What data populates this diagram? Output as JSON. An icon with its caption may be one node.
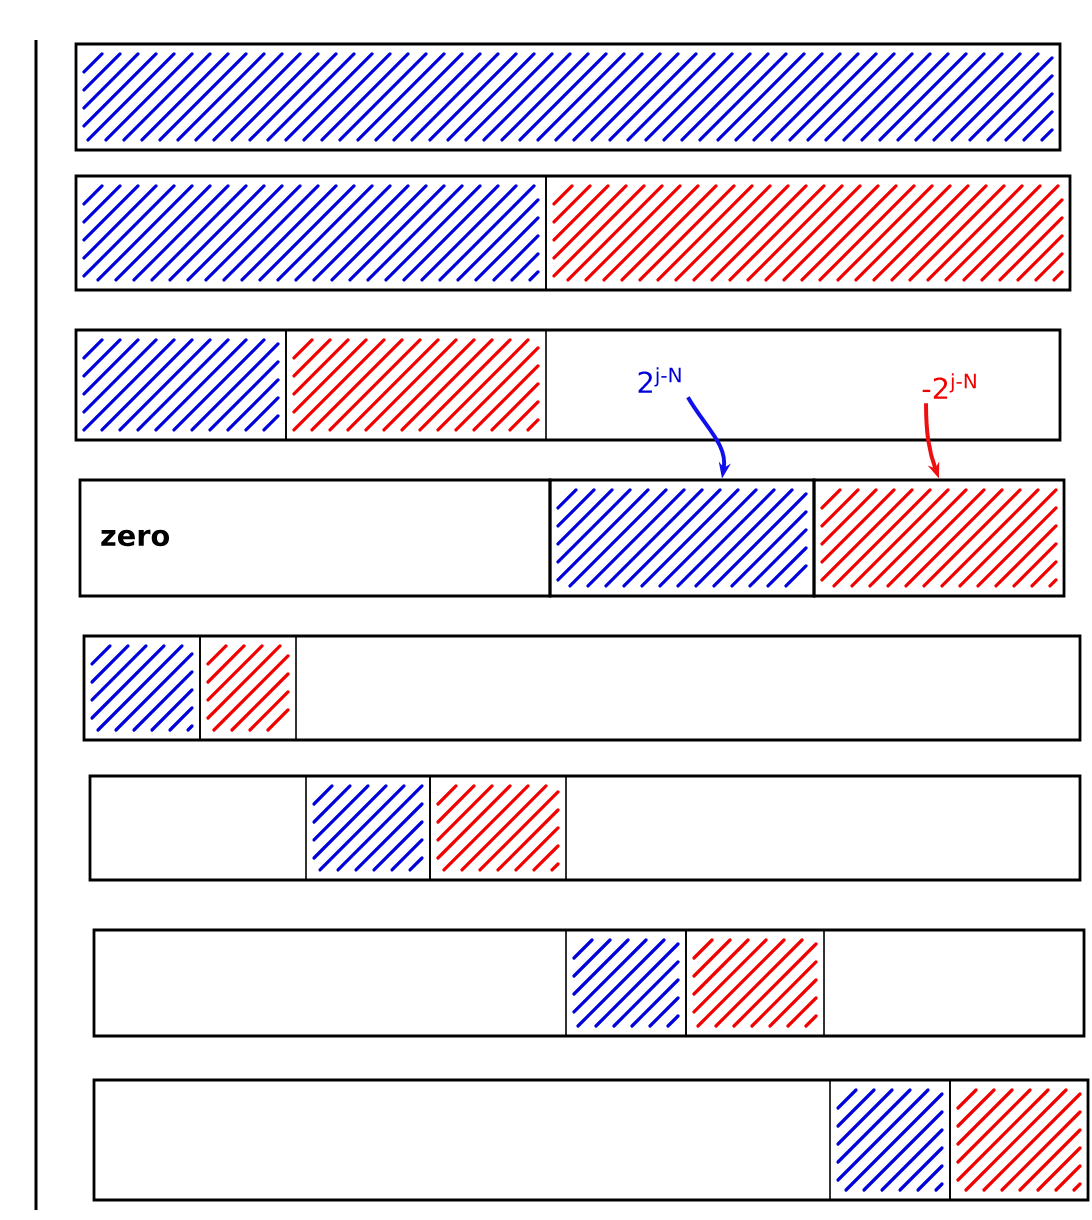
{
  "diagram": {
    "nodes": [
      {
        "text": [
          "2$^{j-N}$"
        ]
      },
      {
        "text": [
          "-2$^{j-N}$"
        ]
      },
      {
        "text": [
          "zero"
        ]
      },
      {
        "text": [],
        "shape": "box"
      },
      {
        "text": [],
        "shape": "box"
      }
    ],
    "edges": [
      {
        "from": 0,
        "to": 3,
        "arrow": "to",
        "color": "#1010ee"
      },
      {
        "from": 1,
        "to": 4,
        "arrow": "to",
        "color": "#ee1010"
      }
    ]
  }
}
